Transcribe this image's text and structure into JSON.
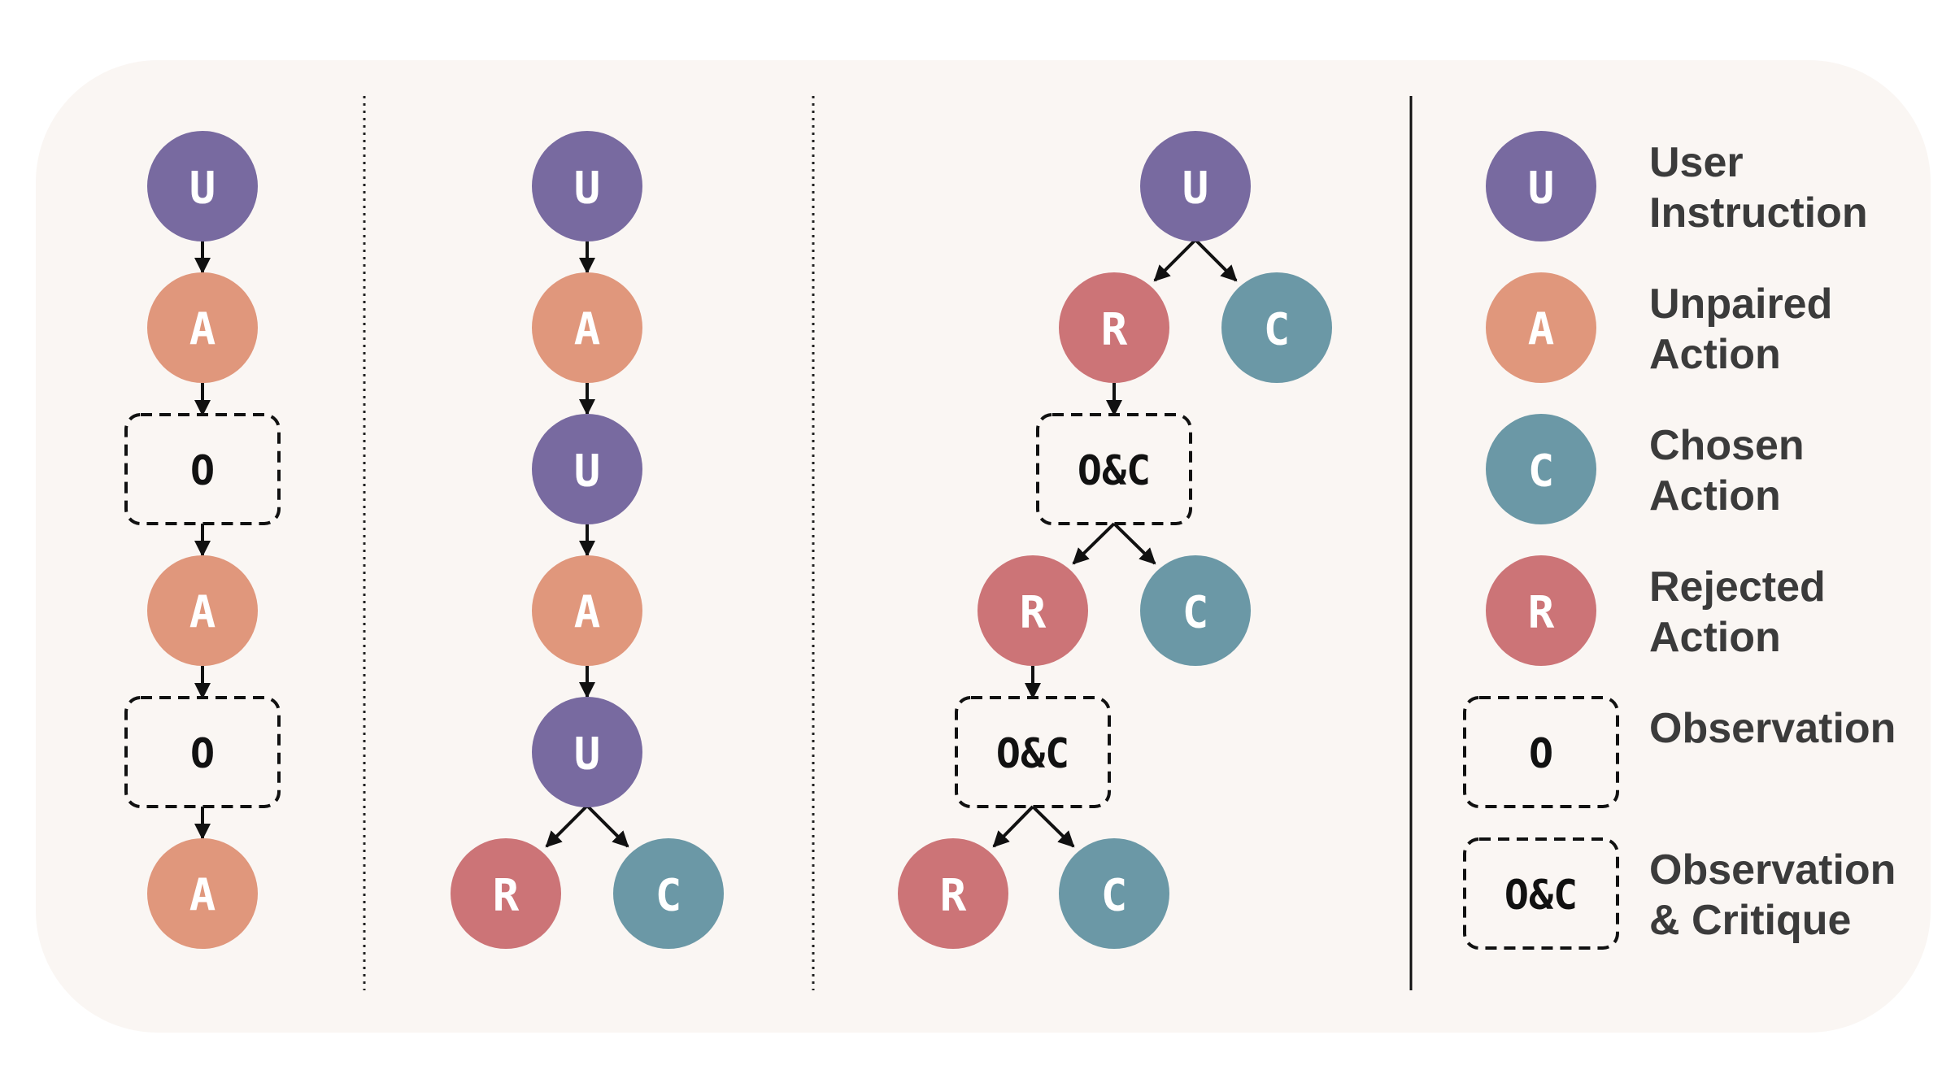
{
  "colors": {
    "U": "#786aa0",
    "A": "#e0977c",
    "C": "#6b98a6",
    "R": "#cc7477",
    "panel_bg": "#faf6f3",
    "letter_on_dark": "#ffffff",
    "letter_on_light": "#ffffff",
    "legend_text": "#3b3b3b"
  },
  "node_letters": {
    "U": "U",
    "A": "A",
    "C": "C",
    "R": "R",
    "O": "O",
    "OC": "O&C"
  },
  "columns": [
    {
      "id": "col1",
      "sequence": [
        "U",
        "A",
        "O",
        "A",
        "O",
        "A"
      ]
    },
    {
      "id": "col2",
      "sequence": [
        "U",
        "A",
        "U",
        "A",
        "U",
        "R|C"
      ]
    },
    {
      "id": "col3",
      "sequence": [
        "U",
        "R|C",
        "O&C",
        "R|C",
        "O&C",
        "R|C"
      ]
    }
  ],
  "legend": [
    {
      "key": "U",
      "label_line1": "User",
      "label_line2": "Instruction"
    },
    {
      "key": "A",
      "label_line1": "Unpaired",
      "label_line2": "Action"
    },
    {
      "key": "C",
      "label_line1": "Chosen",
      "label_line2": "Action"
    },
    {
      "key": "R",
      "label_line1": "Rejected",
      "label_line2": "Action"
    },
    {
      "key": "O",
      "label_line1": "Observation",
      "label_line2": ""
    },
    {
      "key": "OC",
      "label_line1": "Observation",
      "label_line2": "& Critique"
    }
  ]
}
